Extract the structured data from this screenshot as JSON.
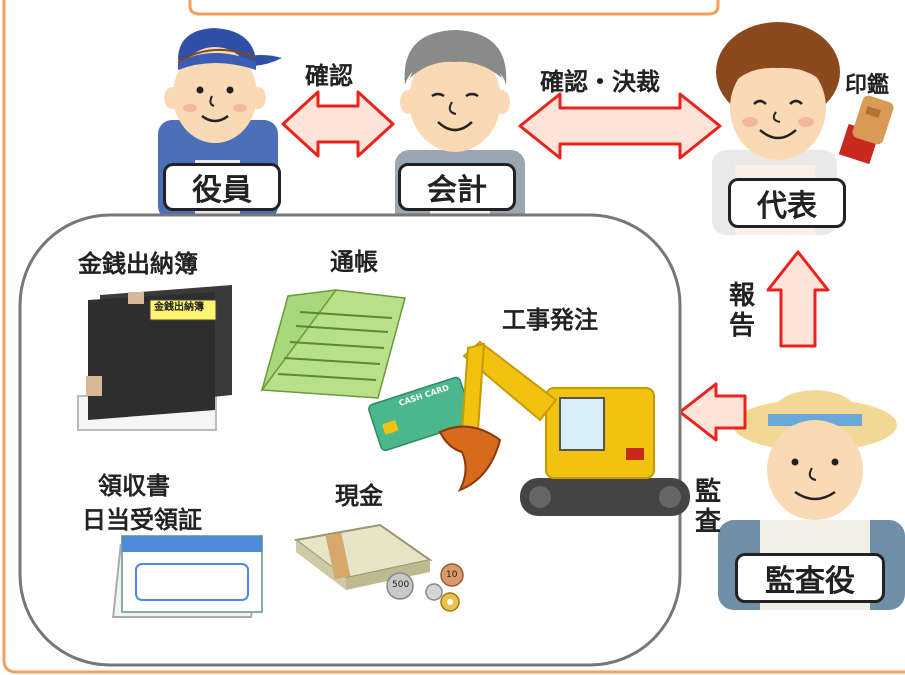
{
  "people": {
    "officer": "役員",
    "accountant": "会計",
    "representative": "代表",
    "auditor": "監査役"
  },
  "arrows": {
    "officer_accountant": "確認",
    "accountant_representative": "確認・決裁",
    "report_chars": [
      "報",
      "告"
    ],
    "audit_chars": [
      "監",
      "査"
    ]
  },
  "seal_label": "印鑑",
  "items": {
    "cashbook": "金銭出納簿",
    "cashbook_cover": "金銭出納簿",
    "passbook": "通帳",
    "construction": "工事発注",
    "receipts_line1": "領収書",
    "receipts_line2": "日当受領証",
    "cash": "現金",
    "card_text": "CASH CARD",
    "coin_500": "500",
    "coin_10": "10"
  },
  "colors": {
    "frame": "#f0a060",
    "arrow_fill": "#fde3d8",
    "arrow_stroke": "#e8231e",
    "skin": "#fbd9b4",
    "book": "#2e2e2e",
    "passbook": "#a8d87a",
    "excavator": "#f2c211",
    "card": "#4bb78a"
  }
}
